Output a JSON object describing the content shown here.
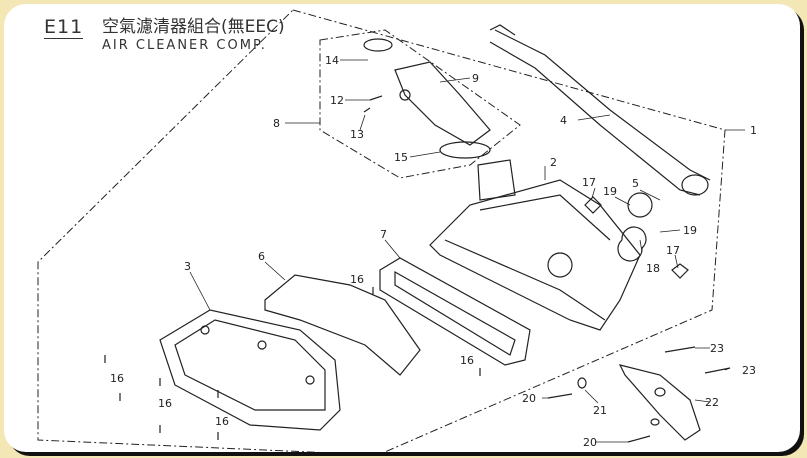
{
  "diagram": {
    "code": "E11",
    "title_cn": "空氣濾清器組合(無EEC)",
    "title_en": "AIR CLEANER COMP.",
    "labels": [
      "1",
      "2",
      "3",
      "4",
      "5",
      "6",
      "7",
      "8",
      "9",
      "12",
      "13",
      "14",
      "15",
      "16",
      "16",
      "16",
      "16",
      "16",
      "17",
      "17",
      "18",
      "19",
      "19",
      "20",
      "20",
      "21",
      "22",
      "23",
      "23"
    ]
  }
}
